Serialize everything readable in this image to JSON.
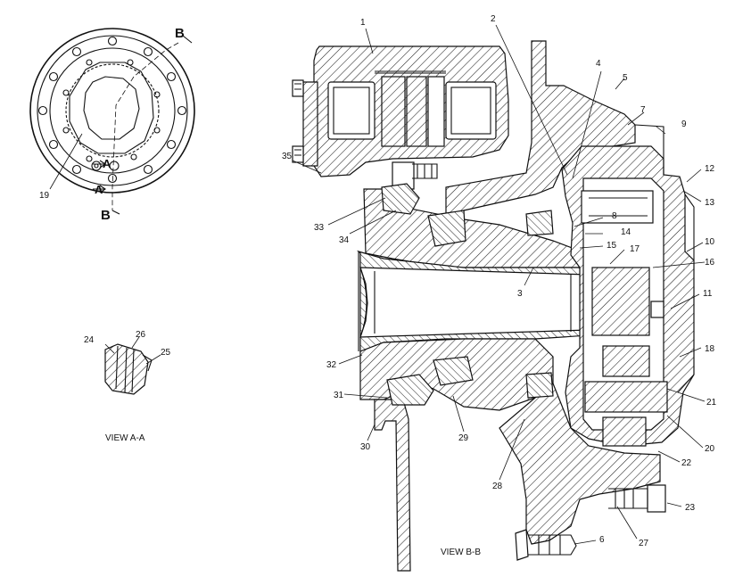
{
  "figure": {
    "view_aa_caption": "VIEW A-A",
    "view_bb_caption": "VIEW B-B",
    "section_marks": [
      "B",
      "B",
      "A",
      "A"
    ],
    "callouts": [
      "1",
      "2",
      "3",
      "4",
      "5",
      "6",
      "7",
      "8",
      "9",
      "10",
      "11",
      "12",
      "13",
      "14",
      "15",
      "16",
      "17",
      "18",
      "19",
      "20",
      "21",
      "22",
      "23",
      "24",
      "25",
      "26",
      "27",
      "28",
      "29",
      "30",
      "31",
      "32",
      "33",
      "34",
      "35"
    ]
  }
}
